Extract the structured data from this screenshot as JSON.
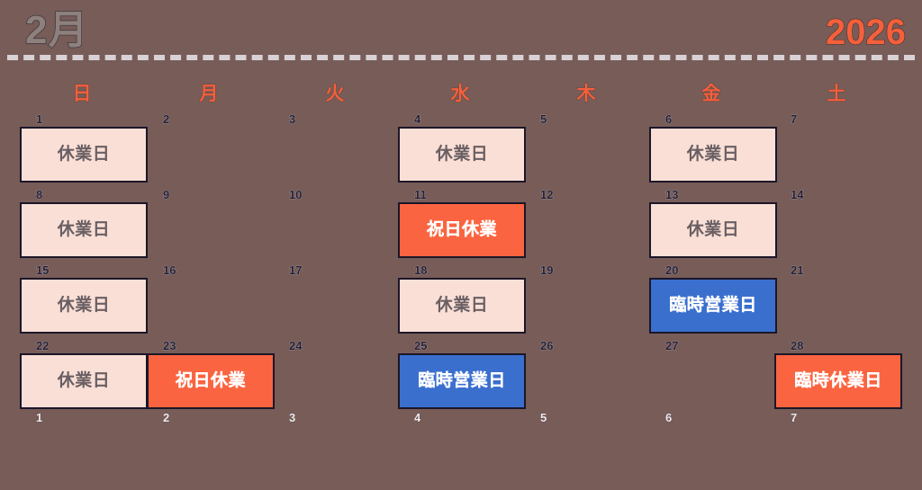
{
  "header": {
    "month_label": "2月",
    "year_label": "2026",
    "divider": "dashed-rule"
  },
  "weekdays": [
    {
      "label": "日",
      "name": "sunday"
    },
    {
      "label": "月",
      "name": "monday"
    },
    {
      "label": "火",
      "name": "tuesday"
    },
    {
      "label": "水",
      "name": "wednesday"
    },
    {
      "label": "木",
      "name": "thursday"
    },
    {
      "label": "金",
      "name": "friday"
    },
    {
      "label": "土",
      "name": "saturday"
    }
  ],
  "colors": {
    "background": "#775c58",
    "accent_orange": "#f4603c",
    "chip_closed_bg": "#fadfd6",
    "chip_closed_text": "#6a5f63",
    "chip_holiday_bg": "#fb6440",
    "chip_open_bg": "#3a6fce",
    "chip_border": "#1c1628",
    "month_title_text": "#8e807c",
    "daynum_text": "#241f33",
    "daynum_next_month_text": "#efeaf0",
    "divider": "#d8d2d6"
  },
  "weeks": [
    {
      "index": 0,
      "days": [
        {
          "num": "1",
          "col": 0,
          "next_month": false,
          "event": {
            "label": "休業日",
            "type": "closed"
          }
        },
        {
          "num": "2",
          "col": 1,
          "next_month": false,
          "event": null
        },
        {
          "num": "3",
          "col": 2,
          "next_month": false,
          "event": null
        },
        {
          "num": "4",
          "col": 3,
          "next_month": false,
          "event": {
            "label": "休業日",
            "type": "closed"
          }
        },
        {
          "num": "5",
          "col": 4,
          "next_month": false,
          "event": null
        },
        {
          "num": "6",
          "col": 5,
          "next_month": false,
          "event": {
            "label": "休業日",
            "type": "closed"
          }
        },
        {
          "num": "7",
          "col": 6,
          "next_month": false,
          "event": null
        }
      ]
    },
    {
      "index": 1,
      "days": [
        {
          "num": "8",
          "col": 0,
          "next_month": false,
          "event": {
            "label": "休業日",
            "type": "closed"
          }
        },
        {
          "num": "9",
          "col": 1,
          "next_month": false,
          "event": null
        },
        {
          "num": "10",
          "col": 2,
          "next_month": false,
          "event": null
        },
        {
          "num": "11",
          "col": 3,
          "next_month": false,
          "event": {
            "label": "祝日休業",
            "type": "holiday-closed"
          }
        },
        {
          "num": "12",
          "col": 4,
          "next_month": false,
          "event": null
        },
        {
          "num": "13",
          "col": 5,
          "next_month": false,
          "event": {
            "label": "休業日",
            "type": "closed"
          }
        },
        {
          "num": "14",
          "col": 6,
          "next_month": false,
          "event": null
        }
      ]
    },
    {
      "index": 2,
      "days": [
        {
          "num": "15",
          "col": 0,
          "next_month": false,
          "event": {
            "label": "休業日",
            "type": "closed"
          }
        },
        {
          "num": "16",
          "col": 1,
          "next_month": false,
          "event": null
        },
        {
          "num": "17",
          "col": 2,
          "next_month": false,
          "event": null
        },
        {
          "num": "18",
          "col": 3,
          "next_month": false,
          "event": {
            "label": "休業日",
            "type": "closed"
          }
        },
        {
          "num": "19",
          "col": 4,
          "next_month": false,
          "event": null
        },
        {
          "num": "20",
          "col": 5,
          "next_month": false,
          "event": {
            "label": "臨時営業日",
            "type": "special-open"
          }
        },
        {
          "num": "21",
          "col": 6,
          "next_month": false,
          "event": null
        }
      ]
    },
    {
      "index": 3,
      "days": [
        {
          "num": "22",
          "col": 0,
          "next_month": false,
          "event": {
            "label": "休業日",
            "type": "closed"
          }
        },
        {
          "num": "23",
          "col": 1,
          "next_month": false,
          "event": {
            "label": "祝日休業",
            "type": "holiday-closed"
          }
        },
        {
          "num": "24",
          "col": 2,
          "next_month": false,
          "event": null
        },
        {
          "num": "25",
          "col": 3,
          "next_month": false,
          "event": {
            "label": "臨時営業日",
            "type": "special-open"
          }
        },
        {
          "num": "26",
          "col": 4,
          "next_month": false,
          "event": null
        },
        {
          "num": "27",
          "col": 5,
          "next_month": false,
          "event": null
        },
        {
          "num": "28",
          "col": 6,
          "next_month": false,
          "event": {
            "label": "臨時休業日",
            "type": "special-closed"
          }
        }
      ]
    },
    {
      "index": 4,
      "days": [
        {
          "num": "1",
          "col": 0,
          "next_month": true,
          "event": null
        },
        {
          "num": "2",
          "col": 1,
          "next_month": true,
          "event": null
        },
        {
          "num": "3",
          "col": 2,
          "next_month": true,
          "event": null
        },
        {
          "num": "4",
          "col": 3,
          "next_month": true,
          "event": null
        },
        {
          "num": "5",
          "col": 4,
          "next_month": true,
          "event": null
        },
        {
          "num": "6",
          "col": 5,
          "next_month": true,
          "event": null
        },
        {
          "num": "7",
          "col": 6,
          "next_month": true,
          "event": null
        }
      ]
    }
  ]
}
